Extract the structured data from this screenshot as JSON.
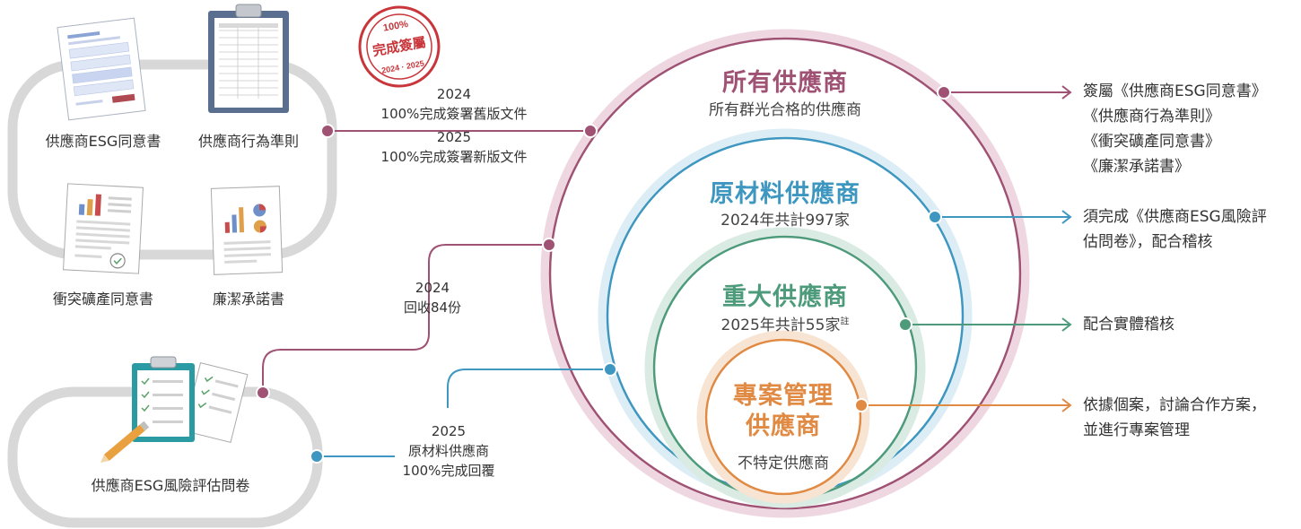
{
  "stamp": {
    "top": "100%",
    "middle": "完成簽屬",
    "bottom": "2024 · 2025"
  },
  "documents": [
    {
      "label": "供應商ESG同意書",
      "icon": "form-document-icon"
    },
    {
      "label": "供應商行為準則",
      "icon": "clipboard-document-icon"
    },
    {
      "label": "衝突礦產同意書",
      "icon": "report-document-icon"
    },
    {
      "label": "廉潔承諾書",
      "icon": "chart-document-icon"
    }
  ],
  "questionnaire": {
    "label": "供應商ESG風險評估問卷",
    "icon": "checklist-clipboard-icon"
  },
  "signing_status": {
    "line1": "2024",
    "line2": "100%完成簽署舊版文件",
    "line3": "2025",
    "line4": "100%完成簽署新版文件"
  },
  "recovery_2024": {
    "line1": "2024",
    "line2": "回收84份"
  },
  "recovery_2025": {
    "line1": "2025",
    "line2": "原材料供應商",
    "line3": "100%完成回覆"
  },
  "tiers": [
    {
      "title": "所有供應商",
      "subtitle": "所有群光合格的供應商",
      "color": "#a05274"
    },
    {
      "title": "原材料供應商",
      "subtitle": "2024年共計997家",
      "color": "#3e97c0"
    },
    {
      "title": "重大供應商",
      "subtitle": "2025年共計55家",
      "note": "註",
      "color": "#4e9b7b"
    },
    {
      "title": "專案管理",
      "title2": "供應商",
      "subtitle": "不特定供應商",
      "color": "#e08a44"
    }
  ],
  "requirements": [
    {
      "lines": [
        "簽屬《供應商ESG同意書》",
        "《供應商行為準則》",
        "《衝突礦產同意書》",
        "《廉潔承諾書》"
      ]
    },
    {
      "lines": [
        "須完成《供應商ESG風險評",
        "估問卷》，配合稽核"
      ]
    },
    {
      "lines": [
        "配合實體稽核"
      ]
    },
    {
      "lines": [
        "依據個案，討論合作方案，",
        "並進行專案管理"
      ]
    }
  ]
}
